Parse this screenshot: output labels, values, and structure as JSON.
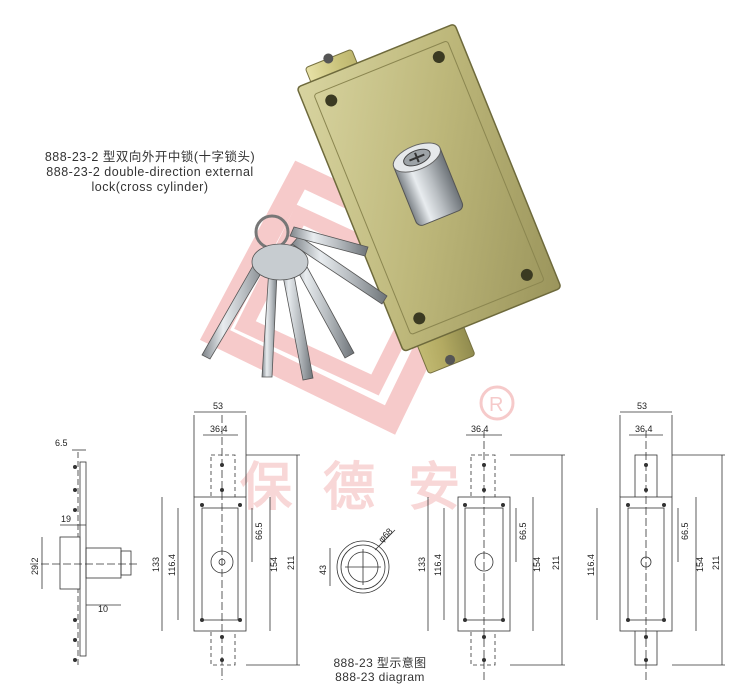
{
  "product": {
    "model_cn": "888-23-2 型双向外开中锁(十字锁头)",
    "model_en_line1": "888-23-2 double-direction external",
    "model_en_line2": "lock(cross cylinder)"
  },
  "diagram_caption": {
    "cn": "888-23 型示意图",
    "en": "888-23 diagram"
  },
  "watermark": {
    "text": "保德安",
    "registered": "®",
    "color": "#e05a5a"
  },
  "dimensions": {
    "side_view": [
      "6.5",
      "19",
      "29.2",
      "10"
    ],
    "front_view_1": [
      "53",
      "36.4",
      "133",
      "116.4",
      "66.5",
      "154",
      "211"
    ],
    "cylinder": [
      "φ68",
      "43"
    ],
    "front_view_2": [
      "36.4",
      "133",
      "116.4",
      "66.5",
      "154",
      "211"
    ],
    "front_view_3": [
      "53",
      "36.4",
      "116.4",
      "66.5",
      "154",
      "211"
    ]
  }
}
